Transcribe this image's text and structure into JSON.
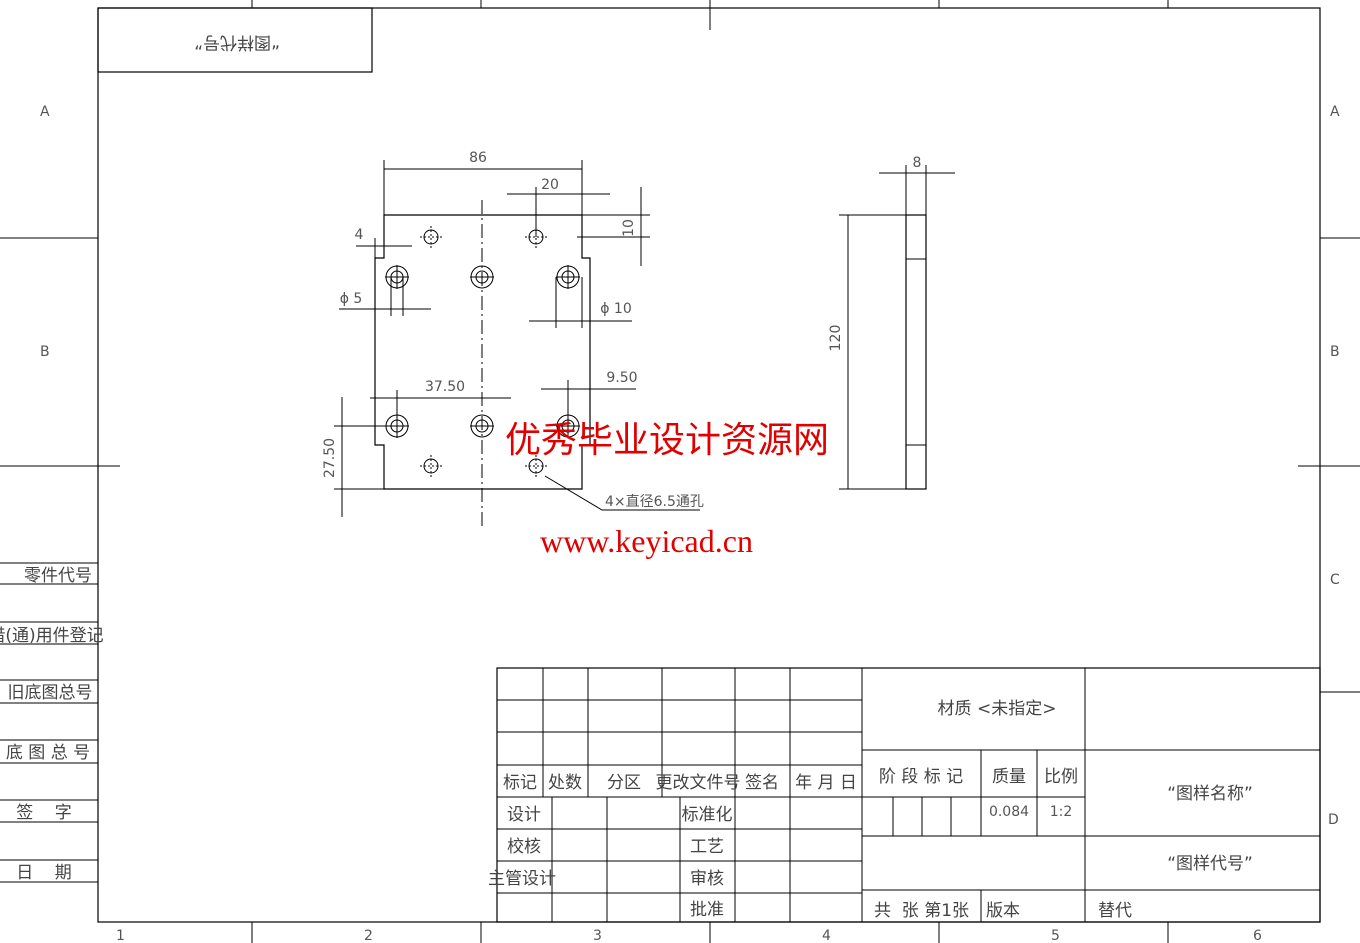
{
  "frame": {
    "zones_rows": [
      "A",
      "B",
      "C",
      "D"
    ],
    "zones_cols": [
      "1",
      "2",
      "3",
      "4",
      "5",
      "6"
    ],
    "top_left_code": "“图样代号”"
  },
  "side_column": [
    "零件代号",
    "借(通)用件登记",
    "旧底图总号",
    "底 图 总 号",
    "签    字",
    "日    期"
  ],
  "front_view": {
    "dims": {
      "width": "86",
      "hole_pitch_x": "20",
      "top_offset": "10",
      "step": "4",
      "phi_small": "ϕ 5",
      "phi_large": "ϕ 10",
      "hole_span": "37.50",
      "edge_offset": "9.50",
      "bottom_offset": "27.50"
    },
    "note": "4×直径6.5通孔"
  },
  "side_view": {
    "dims": {
      "thickness": "8",
      "height": "120"
    }
  },
  "watermark": {
    "line1": "优秀毕业设计资源网",
    "line2": "www.keyicad.cn"
  },
  "title_block": {
    "revision_headers": [
      "标记",
      "处数",
      "分区",
      "更改文件号",
      "签名",
      "年 月 日"
    ],
    "sign_rows": [
      "设计",
      "校核",
      "主管设计",
      ""
    ],
    "sign_rows_mid": [
      "标准化",
      "工艺",
      "审核",
      "批准"
    ],
    "material": "材质 <未指定>",
    "stage_mark": "阶 段 标 记",
    "mass_label": "质量",
    "scale_label": "比例",
    "mass_value": "0.084",
    "scale_value": "1:2",
    "drawing_name": "“图样名称”",
    "drawing_code": "“图样代号”",
    "sheets": "共  张 第1张",
    "version": "版本",
    "replaces": "替代"
  }
}
